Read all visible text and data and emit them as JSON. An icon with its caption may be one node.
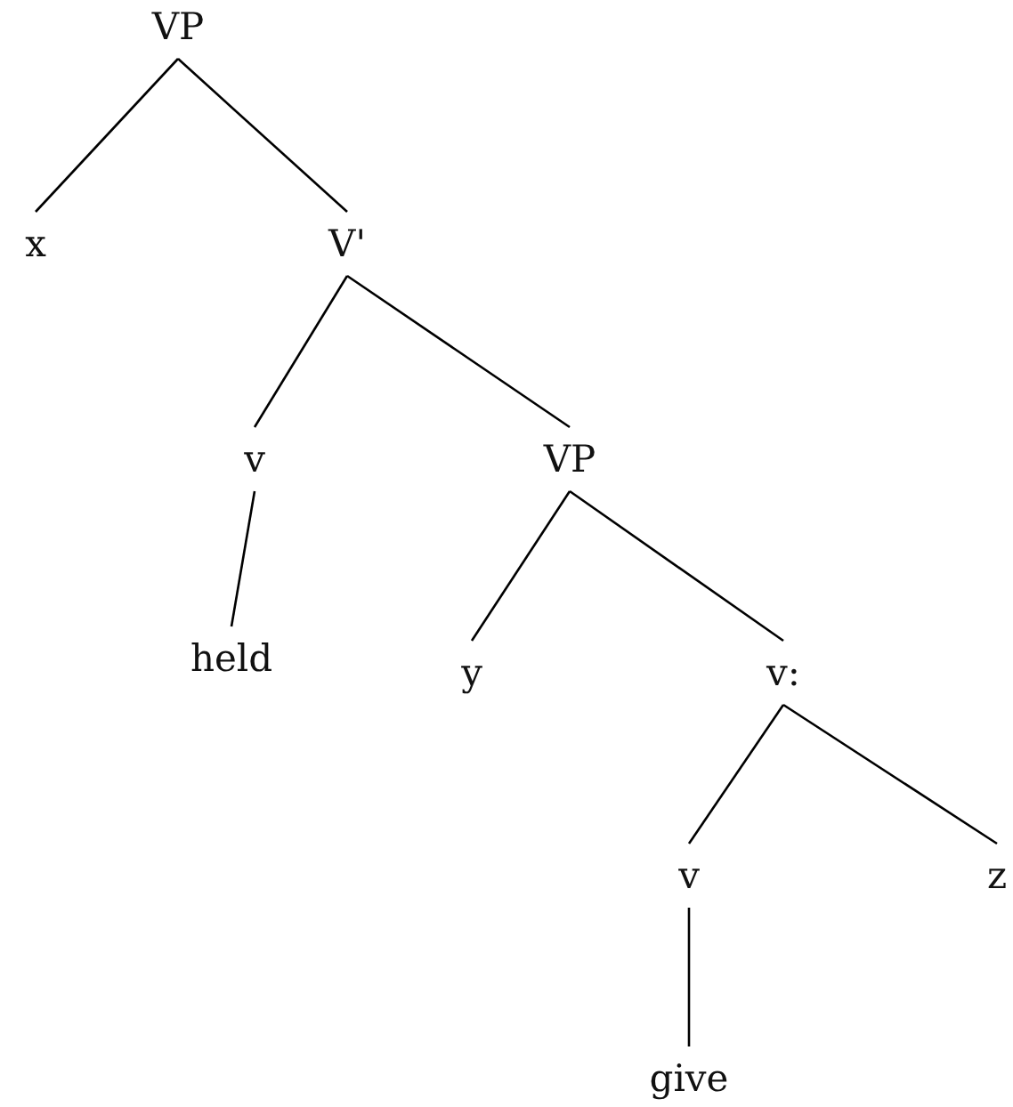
{
  "diagram": {
    "nodes": [
      {
        "text": [
          "VP"
        ]
      },
      {
        "text": [
          "x"
        ]
      },
      {
        "text": [
          "V'"
        ]
      },
      {
        "text": [
          "v"
        ]
      },
      {
        "text": [
          "VP"
        ]
      },
      {
        "text": [
          "held"
        ]
      },
      {
        "text": [
          "y"
        ]
      },
      {
        "text": [
          "v:"
        ]
      },
      {
        "text": [
          "v"
        ]
      },
      {
        "text": [
          "z"
        ]
      },
      {
        "text": [
          "give"
        ]
      }
    ],
    "edges": [
      {
        "from": 0,
        "to": 1,
        "arrow": "none"
      },
      {
        "from": 0,
        "to": 2,
        "arrow": "none"
      },
      {
        "from": 2,
        "to": 3,
        "arrow": "none"
      },
      {
        "from": 2,
        "to": 4,
        "arrow": "none"
      },
      {
        "from": 3,
        "to": 5,
        "arrow": "none"
      },
      {
        "from": 4,
        "to": 6,
        "arrow": "none"
      },
      {
        "from": 4,
        "to": 7,
        "arrow": "none"
      },
      {
        "from": 7,
        "to": 8,
        "arrow": "none"
      },
      {
        "from": 7,
        "to": 9,
        "arrow": "none"
      },
      {
        "from": 8,
        "to": 10,
        "arrow": "none"
      }
    ]
  }
}
